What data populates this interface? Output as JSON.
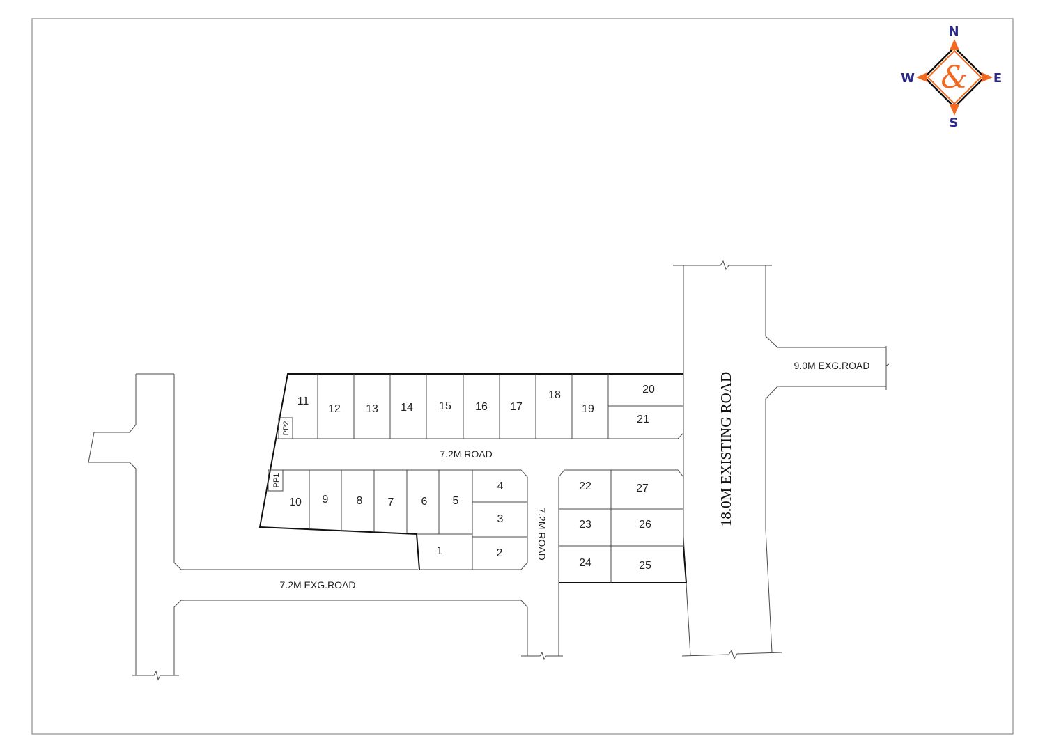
{
  "title": "Site layout plan",
  "compass": {
    "north": "N",
    "south": "S",
    "east": "E",
    "west": "W",
    "logo": "&",
    "accent": "#f26a21",
    "letter_color": "#2b2a86"
  },
  "roads": {
    "internal_h": "7.2M  ROAD",
    "internal_v": "7.2M  ROAD",
    "existing_south": "7.2M EXG.ROAD",
    "existing_east": "9.0M EXG.ROAD",
    "main": "18.0M EXISTING ROAD"
  },
  "plots": [
    "1",
    "2",
    "3",
    "4",
    "5",
    "6",
    "7",
    "8",
    "9",
    "10",
    "11",
    "12",
    "13",
    "14",
    "15",
    "16",
    "17",
    "18",
    "19",
    "20",
    "21",
    "22",
    "23",
    "24",
    "25",
    "26",
    "27"
  ],
  "parks": {
    "pp1": "PP1",
    "pp2": "PP2"
  }
}
